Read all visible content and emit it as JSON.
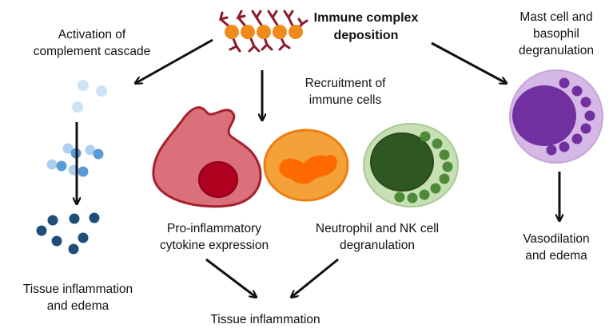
{
  "labels": {
    "title": "Immune complex\ndeposition",
    "complement": "Activation of\ncomplement cascade",
    "recruitment": "Recruitment of\nimmune cells",
    "mast": "Mast cell and\nbasophil\ndegranulation",
    "cytokine": "Pro-inflammatory\ncytokine expression",
    "neutrophil": "Neutrophil and NK cell\ndegranulation",
    "tissue_left": "Tissue inflammation\nand edema",
    "tissue_bottom": "Tissue inflammation",
    "vasodilation": "Vasodilation\nand edema"
  },
  "colors": {
    "antigen": "#f08a1c",
    "antibody": "#8b1a2b",
    "complement_light": "#aed0ee",
    "complement_mid": "#5b9bd5",
    "complement_dark": "#1f4e79",
    "macrophage_body": "#d9707a",
    "macrophage_nucleus": "#b00020",
    "neutrophil_body": "#f5a13a",
    "neutrophil_nucleus": "#ff6a00",
    "nk_body": "#c6e0b4",
    "nk_nucleus": "#2f5722",
    "nk_granule": "#4f8a3a",
    "mast_body": "#d5b8e6",
    "mast_nucleus": "#7030a0",
    "arrow": "#111111"
  },
  "icons": [
    "immune-complex-icon",
    "complement-proteins-icon",
    "macrophage-icon",
    "neutrophil-icon",
    "nk-cell-icon",
    "mast-cell-icon"
  ]
}
